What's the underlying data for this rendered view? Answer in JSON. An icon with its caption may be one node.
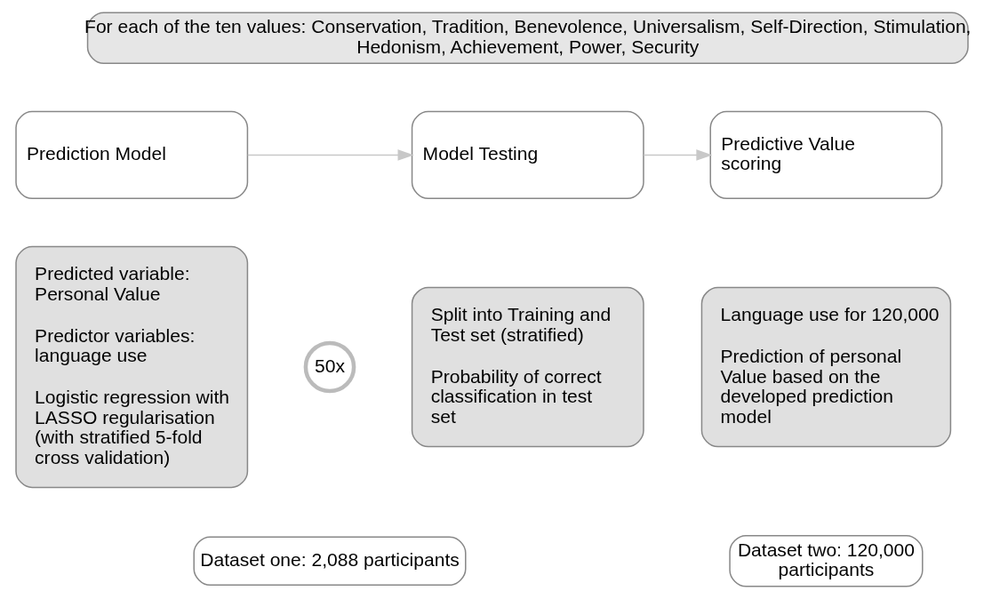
{
  "diagram": {
    "nodes": [
      {
        "text": [
          "For each of the ten values: Conservation, Tradition, Benevolence, Universalism, Self-Direction, Stimulation, Hedonism, Achievement, Power, Security"
        ]
      },
      {
        "text": [
          "Prediction Model"
        ]
      },
      {
        "text": [
          "Predicted variable: Personal Value",
          "Predictor variables: language use",
          "Logistic regression with LASSO regularisation (with stratified 5-fold cross validation)"
        ]
      },
      {
        "text": [
          "Model Testing"
        ]
      },
      {
        "text": [
          "50x"
        ]
      },
      {
        "text": [
          "Split into Training and Test set (stratified)",
          "Probability of correct classification in test set"
        ]
      },
      {
        "text": [
          "Predictive Value scoring"
        ]
      },
      {
        "text": [
          "Language use for 120,000",
          "Prediction of personal Value based on the developed prediction model"
        ]
      },
      {
        "text": [
          "Dataset one: 2,088 participants"
        ]
      },
      {
        "text": [
          "Dataset two: 120,000 participants"
        ]
      }
    ],
    "edges": [
      {
        "from": 1,
        "to": 3,
        "arrow": "to"
      },
      {
        "from": 3,
        "to": 6,
        "arrow": "to"
      }
    ]
  }
}
